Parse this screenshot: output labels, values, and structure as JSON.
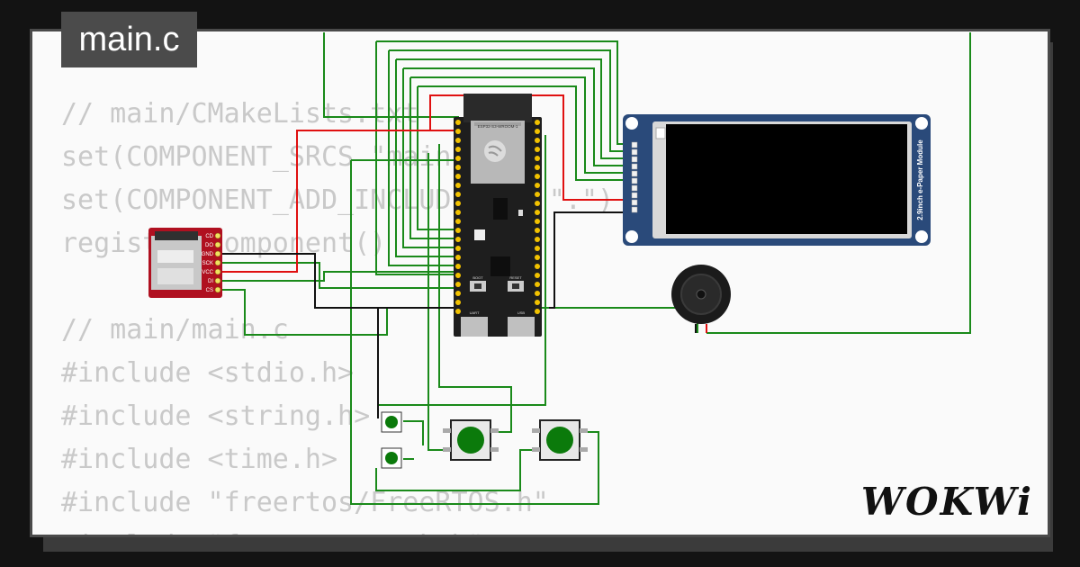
{
  "tab": {
    "title": "main.c"
  },
  "code": {
    "lines_top": [
      "// main/CMakeLists.txt",
      "set(COMPONENT_SRCS \"main.c\")",
      "set(COMPONENT_ADD_INCLUDEDIRS \".\")",
      "register_component()"
    ],
    "lines_bottom": [
      "// main/main.c",
      "#include <stdio.h>",
      "#include <string.h>",
      "#include <time.h>",
      "#include \"freertos/FreeRTOS.h\"",
      "#include \"freertos/task.h\""
    ]
  },
  "components": {
    "mcu_label": "ESP32-S3-WROOM-1",
    "mcu_boot": "BOOT",
    "mcu_reset": "RESET",
    "mcu_port_left": "UART",
    "mcu_port_right": "USB",
    "sd_pins": [
      "CD",
      "DO",
      "GND",
      "SCK",
      "VCC",
      "DI",
      "CS"
    ],
    "epaper_label": "2.9inch e-Paper Module"
  },
  "brand": {
    "name": "WOKWi"
  },
  "colors": {
    "wire_green": "#1a8a1a",
    "wire_red": "#e01010",
    "wire_black": "#111111",
    "epaper_blue": "#2a4a7a",
    "sd_red": "#b01020"
  }
}
